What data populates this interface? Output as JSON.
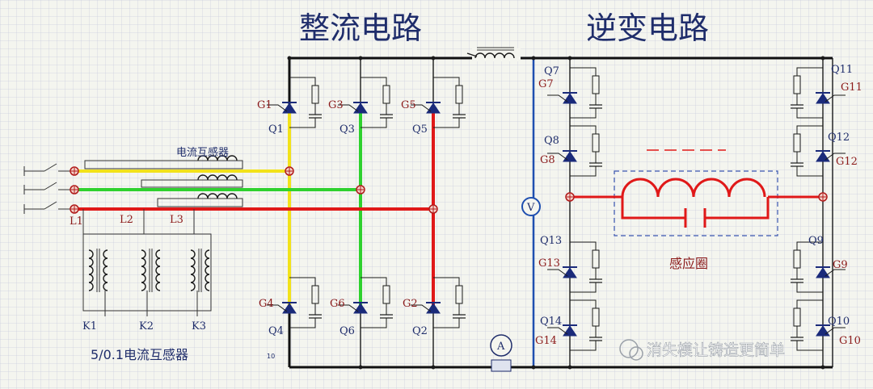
{
  "titles": {
    "rectifier": "整流电路",
    "inverter": "逆变电路"
  },
  "labels": {
    "ct_top": "电流互感器",
    "ct_bottom": "5/0.1电流互感器",
    "coil": "感应圈",
    "voltmeter": "V",
    "ammeter": "A",
    "small_num": "10",
    "watermark": "消失模让铸造更简单"
  },
  "lines": [
    "L1",
    "L2",
    "L3"
  ],
  "sensors": [
    "K1",
    "K2",
    "K3"
  ],
  "rectifier_upper": [
    {
      "gate": "G1",
      "thyristor": "Q1"
    },
    {
      "gate": "G3",
      "thyristor": "Q3"
    },
    {
      "gate": "G5",
      "thyristor": "Q5"
    }
  ],
  "rectifier_lower": [
    {
      "gate": "G4",
      "thyristor": "Q4"
    },
    {
      "gate": "G6",
      "thyristor": "Q6"
    },
    {
      "gate": "G2",
      "thyristor": "Q2"
    }
  ],
  "inverter_left": [
    {
      "gate": "G7",
      "thyristor": "Q7"
    },
    {
      "gate": "G8",
      "thyristor": "Q8"
    },
    {
      "gate": "G13",
      "thyristor": "Q13"
    },
    {
      "gate": "G14",
      "thyristor": "Q14"
    }
  ],
  "inverter_right": [
    {
      "gate": "G11",
      "thyristor": "Q11"
    },
    {
      "gate": "G12",
      "thyristor": "Q12"
    },
    {
      "gate": "G9",
      "thyristor": "Q9"
    },
    {
      "gate": "G10",
      "thyristor": "Q10"
    }
  ],
  "colors": {
    "phase_a": "#f2e21a",
    "phase_b": "#2ed12e",
    "phase_c": "#e01818",
    "conductor": "#1a1a1a",
    "text_blue": "#1f2d6b",
    "text_red": "#8b1a1a",
    "bus_blue": "#1f4fb0"
  }
}
